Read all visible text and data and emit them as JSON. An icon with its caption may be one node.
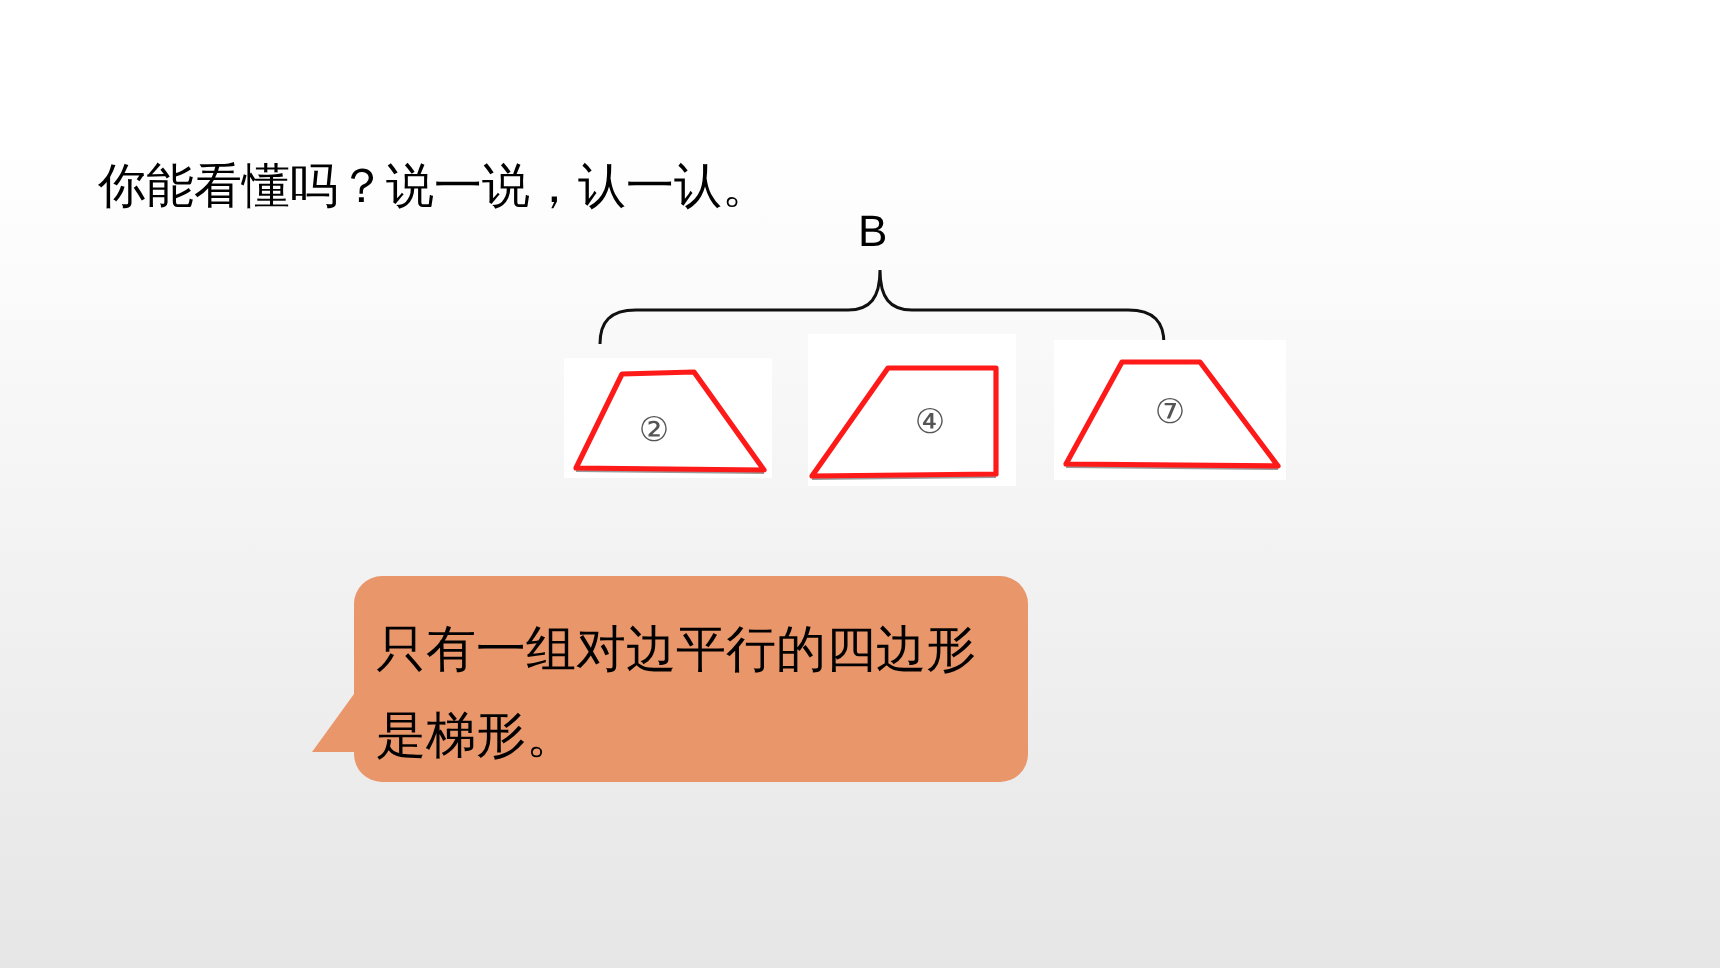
{
  "diagram": {
    "title": "你能看懂吗？说一说，认一认。",
    "nodes": [
      {
        "text": [
          "②"
        ]
      },
      {
        "text": [
          "④"
        ]
      },
      {
        "text": [
          "⑦"
        ]
      },
      {
        "text": [
          "只有一组对边平行的四边形是梯形。"
        ]
      }
    ],
    "labels": [
      "B"
    ]
  }
}
